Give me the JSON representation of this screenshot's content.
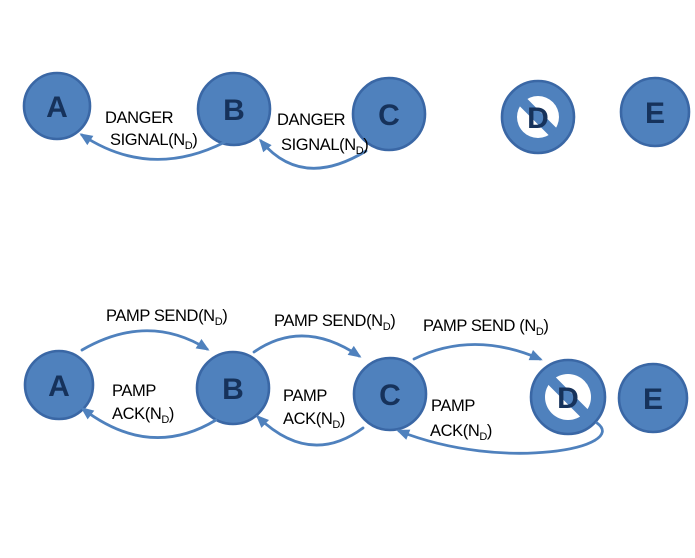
{
  "colors": {
    "node_fill": "#4f81bd",
    "node_border": "#3a67a5",
    "arrow": "#4f81bd",
    "label_text": "#000000",
    "node_text": "#16325b",
    "ban_white": "#ffffff",
    "background": "#ffffff"
  },
  "scenario_danger": {
    "nodes": [
      {
        "label": "A",
        "blocked": false
      },
      {
        "label": "B",
        "blocked": false
      },
      {
        "label": "C",
        "blocked": false
      },
      {
        "label": "D",
        "blocked": true
      },
      {
        "label": "E",
        "blocked": false
      }
    ],
    "edges": [
      {
        "from": "B",
        "to": "A",
        "line1": "DANGER",
        "line2_pre": "SIGNAL(N",
        "line2_sub": "D",
        "line2_post": ")"
      },
      {
        "from": "C",
        "to": "B",
        "line1": "DANGER",
        "line2_pre": "SIGNAL(N",
        "line2_sub": "D",
        "line2_post": ")"
      }
    ]
  },
  "scenario_pamp": {
    "nodes": [
      {
        "label": "A",
        "blocked": false
      },
      {
        "label": "B",
        "blocked": false
      },
      {
        "label": "C",
        "blocked": false
      },
      {
        "label": "D",
        "blocked": true
      },
      {
        "label": "E",
        "blocked": false
      }
    ],
    "send_edges": [
      {
        "from": "A",
        "to": "B",
        "pre": "PAMP SEND(N",
        "sub": "D",
        "post": ")"
      },
      {
        "from": "B",
        "to": "C",
        "pre": "PAMP SEND(N",
        "sub": "D",
        "post": ")"
      },
      {
        "from": "C",
        "to": "D",
        "pre": "PAMP SEND (N",
        "sub": "D",
        "post": ")"
      }
    ],
    "ack_edges": [
      {
        "from": "B",
        "to": "A",
        "line1": "PAMP",
        "line2_pre": "ACK(N",
        "line2_sub": "D",
        "line2_post": ")"
      },
      {
        "from": "C",
        "to": "B",
        "line1": "PAMP",
        "line2_pre": "ACK(N",
        "line2_sub": "D",
        "line2_post": ")"
      },
      {
        "from": "D",
        "to": "C",
        "line1": "PAMP",
        "line2_pre": "ACK(N",
        "line2_sub": "D",
        "line2_post": ")"
      }
    ]
  }
}
